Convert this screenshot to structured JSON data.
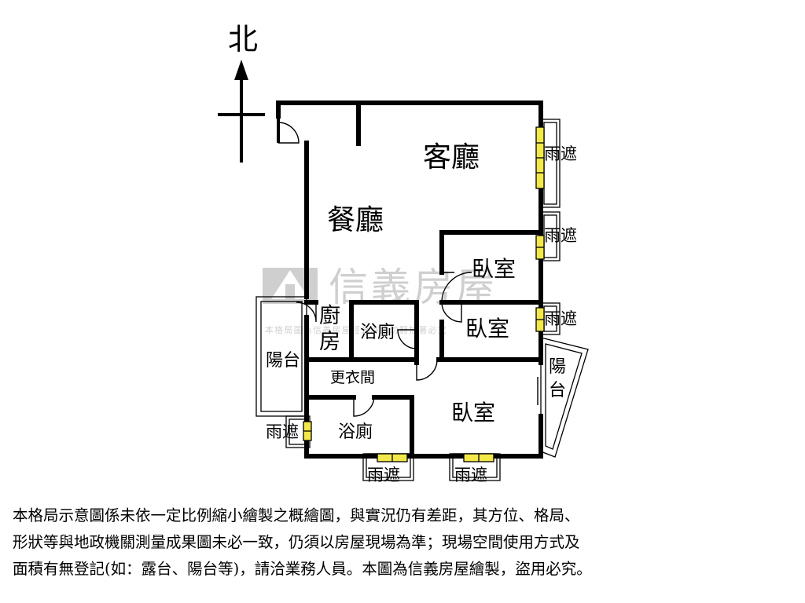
{
  "compass": {
    "north": "北"
  },
  "rooms": {
    "living_room": "客廳",
    "dining_room": "餐廳",
    "bedroom_1": "臥室",
    "bedroom_2": "臥室",
    "bedroom_3": "臥室",
    "kitchen_line1": "廚",
    "kitchen_line2": "房",
    "bathroom_1": "浴廁",
    "bathroom_2": "浴廁",
    "closet": "更衣間",
    "balcony_west": "陽台",
    "balcony_east_line1": "陽",
    "balcony_east_line2": "台"
  },
  "awnings": {
    "label": "雨遮"
  },
  "watermark": {
    "brand": "信義房屋",
    "small": "本格局圖為信義房屋經允許請勿翻拍著必究"
  },
  "disclaimer": [
    "本格局示意圖係未依一定比例縮小繪製之概繪圖，與實況仍有差距，其方位、格局、",
    "形狀等與地政機關測量成果圖未必一致，仍須以房屋現場為準；現場空間使用方式及",
    "面積有無登記(如：露台、陽台等)，請洽業務人員。本圖為信義房屋繪製，盜用必究。"
  ]
}
